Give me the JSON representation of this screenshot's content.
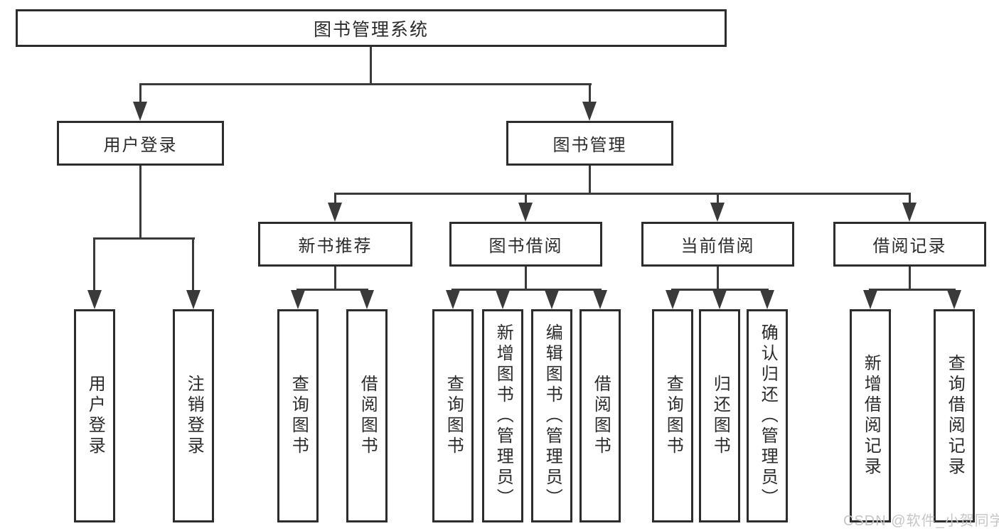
{
  "tree": {
    "root": "图书管理系统",
    "level1": [
      "用户登录",
      "图书管理"
    ],
    "level2": [
      "新书推荐",
      "图书借阅",
      "当前借阅",
      "借阅记录"
    ],
    "leaves": {
      "user_login": [
        "用户登录",
        "注销登录"
      ],
      "new_books": [
        "查询图书",
        "借阅图书"
      ],
      "book_borrowing": [
        "查询图书",
        "新增图书（管理员）",
        "编辑图书（管理员）",
        "借阅图书"
      ],
      "current_borrowing": [
        "查询图书",
        "归还图书",
        "确认归还（管理员）"
      ],
      "borrow_records": [
        "新增借阅记录",
        "查询借阅记录"
      ]
    }
  },
  "colors": {
    "box_border": "#2d2d2d",
    "line": "#3a3a3a",
    "text": "#2b2b2b",
    "watermark": "#c6c6c6",
    "background": "#ffffff"
  },
  "watermark": "CSDN @软件_小贺同学"
}
